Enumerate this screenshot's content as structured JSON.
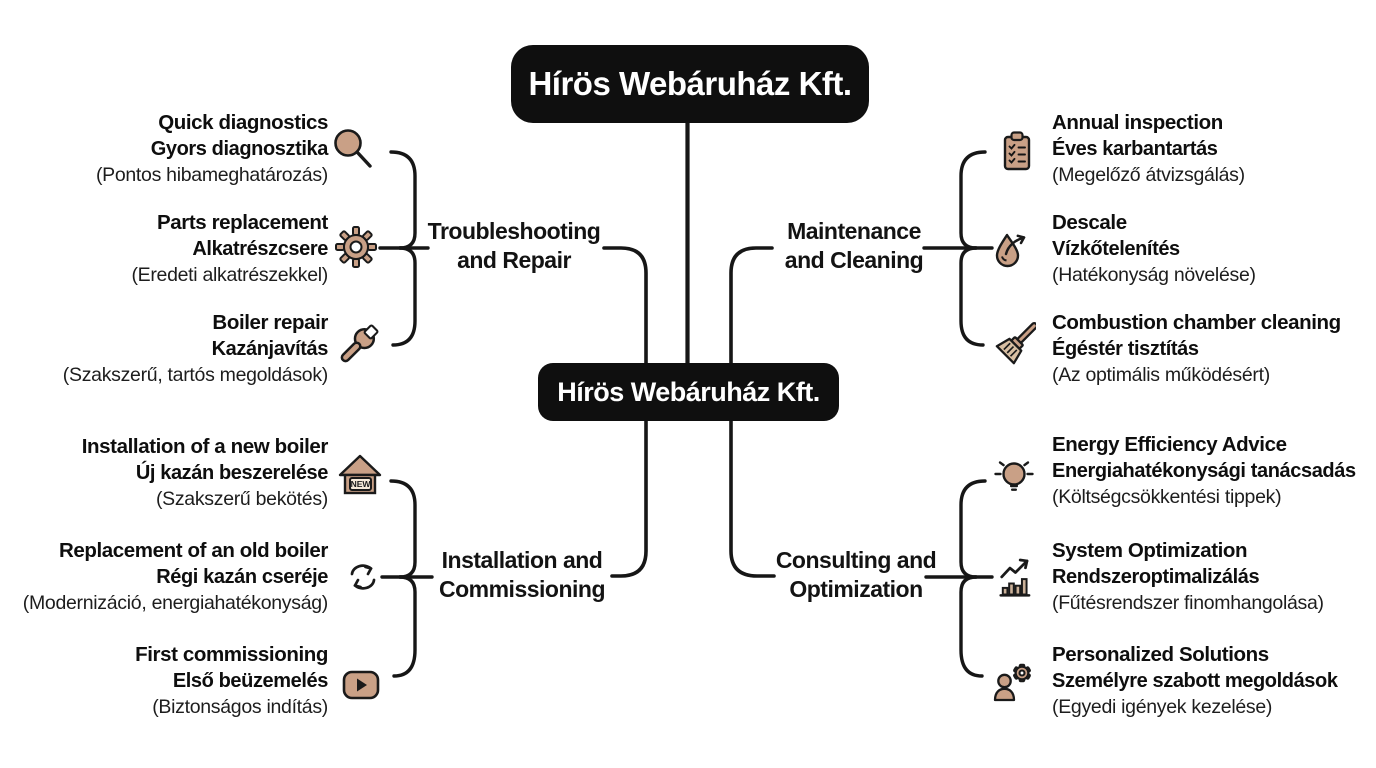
{
  "colors": {
    "accent": "#c9a086",
    "accent_light": "#d8bfa3",
    "line": "#161616",
    "node_bg": "#0f0f0f",
    "node_text": "#ffffff"
  },
  "root_node": {
    "title": "Hírös Webáruház Kft."
  },
  "center_node": {
    "title": "Hírös Webáruház Kft."
  },
  "icons": {
    "house_badge": "NEW"
  },
  "branches": [
    {
      "id": "troubleshooting-and-repair",
      "label": "Troubleshooting\nand Repair",
      "items": [
        {
          "title": "Quick diagnostics",
          "subtitle": "Gyors diagnosztika",
          "note": "(Pontos hibameghatározás)",
          "icon": "magnifier-icon"
        },
        {
          "title": "Parts replacement",
          "subtitle": "Alkatrészcsere",
          "note": "(Eredeti alkatrészekkel)",
          "icon": "gear-icon"
        },
        {
          "title": "Boiler repair",
          "subtitle": "Kazánjavítás",
          "note": "(Szakszerű, tartós megoldások)",
          "icon": "wrench-icon"
        }
      ]
    },
    {
      "id": "maintenance-and-cleaning",
      "label": "Maintenance\nand Cleaning",
      "items": [
        {
          "title": "Annual inspection",
          "subtitle": "Éves karbantartás",
          "note": "(Megelőző átvizsgálás)",
          "icon": "clipboard-checklist-icon"
        },
        {
          "title": "Descale",
          "subtitle": "Vízkőtelenítés",
          "note": "(Hatékonyság növelése)",
          "icon": "water-drop-icon"
        },
        {
          "title": "Combustion chamber cleaning",
          "subtitle": "Égéstér tisztítás",
          "note": "(Az optimális működésért)",
          "icon": "broom-icon"
        }
      ]
    },
    {
      "id": "installation-and-commissioning",
      "label": "Installation and\nCommissioning",
      "items": [
        {
          "title": "Installation of a new boiler",
          "subtitle": "Új kazán beszerelése",
          "note": "(Szakszerű bekötés)",
          "icon": "new-house-icon"
        },
        {
          "title": "Replacement of an old boiler",
          "subtitle": "Régi kazán cseréje",
          "note": "(Modernizáció, energiahatékonyság)",
          "icon": "recycle-icon"
        },
        {
          "title": "First commissioning",
          "subtitle": "Első beüzemelés",
          "note": "(Biztonságos indítás)",
          "icon": "play-button-icon"
        }
      ]
    },
    {
      "id": "consulting-and-optimization",
      "label": "Consulting and\nOptimization",
      "items": [
        {
          "title": "Energy Efficiency Advice",
          "subtitle": "Energiahatékonysági tanácsadás",
          "note": "(Költségcsökkentési tippek)",
          "icon": "lightbulb-icon"
        },
        {
          "title": "System Optimization",
          "subtitle": "Rendszeroptimalizálás",
          "note": "(Fűtésrendszer finomhangolása)",
          "icon": "bar-chart-growth-icon"
        },
        {
          "title": "Personalized Solutions",
          "subtitle": "Személyre szabott megoldások",
          "note": "(Egyedi igények kezelése)",
          "icon": "person-gear-icon"
        }
      ]
    }
  ]
}
